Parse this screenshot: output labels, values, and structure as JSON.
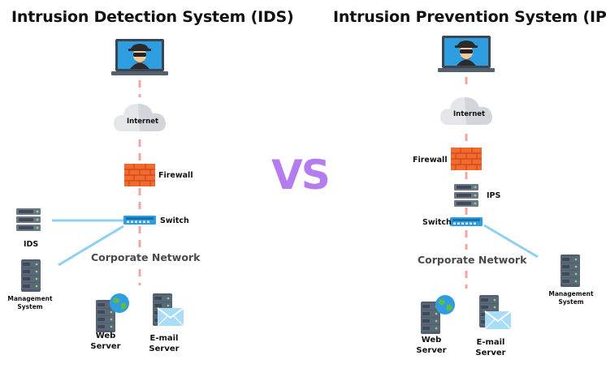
{
  "left": {
    "title": "Intrusion Detection System (IDS)",
    "internet": "Internet",
    "firewall": "Firewall",
    "switch": "Switch",
    "ids": "IDS",
    "management_line1": "Management",
    "management_line2": "System",
    "corporate_network": "Corporate Network",
    "web_line1": "Web",
    "web_line2": "Server",
    "email_line1": "E-mail",
    "email_line2": "Server"
  },
  "vs": "VS",
  "right": {
    "title": "Intrusion Prevention System (IPS)",
    "internet": "Internet",
    "firewall": "Firewall",
    "ips": "IPS",
    "switch": "Switch",
    "management_line1": "Management",
    "management_line2": "System",
    "corporate_network": "Corporate Network",
    "web_line1": "Web",
    "web_line2": "Server",
    "email_line1": "E-mail",
    "email_line2": "Server"
  },
  "colors": {
    "dashed_line": "#f4a5a3",
    "connector": "#8fd0f2",
    "firewall": "#f26a2e",
    "switch": "#2f9ee0",
    "vs": "#b57cf0",
    "laptop_screen": "#2f9ee0",
    "server": "#4f5d6e"
  }
}
